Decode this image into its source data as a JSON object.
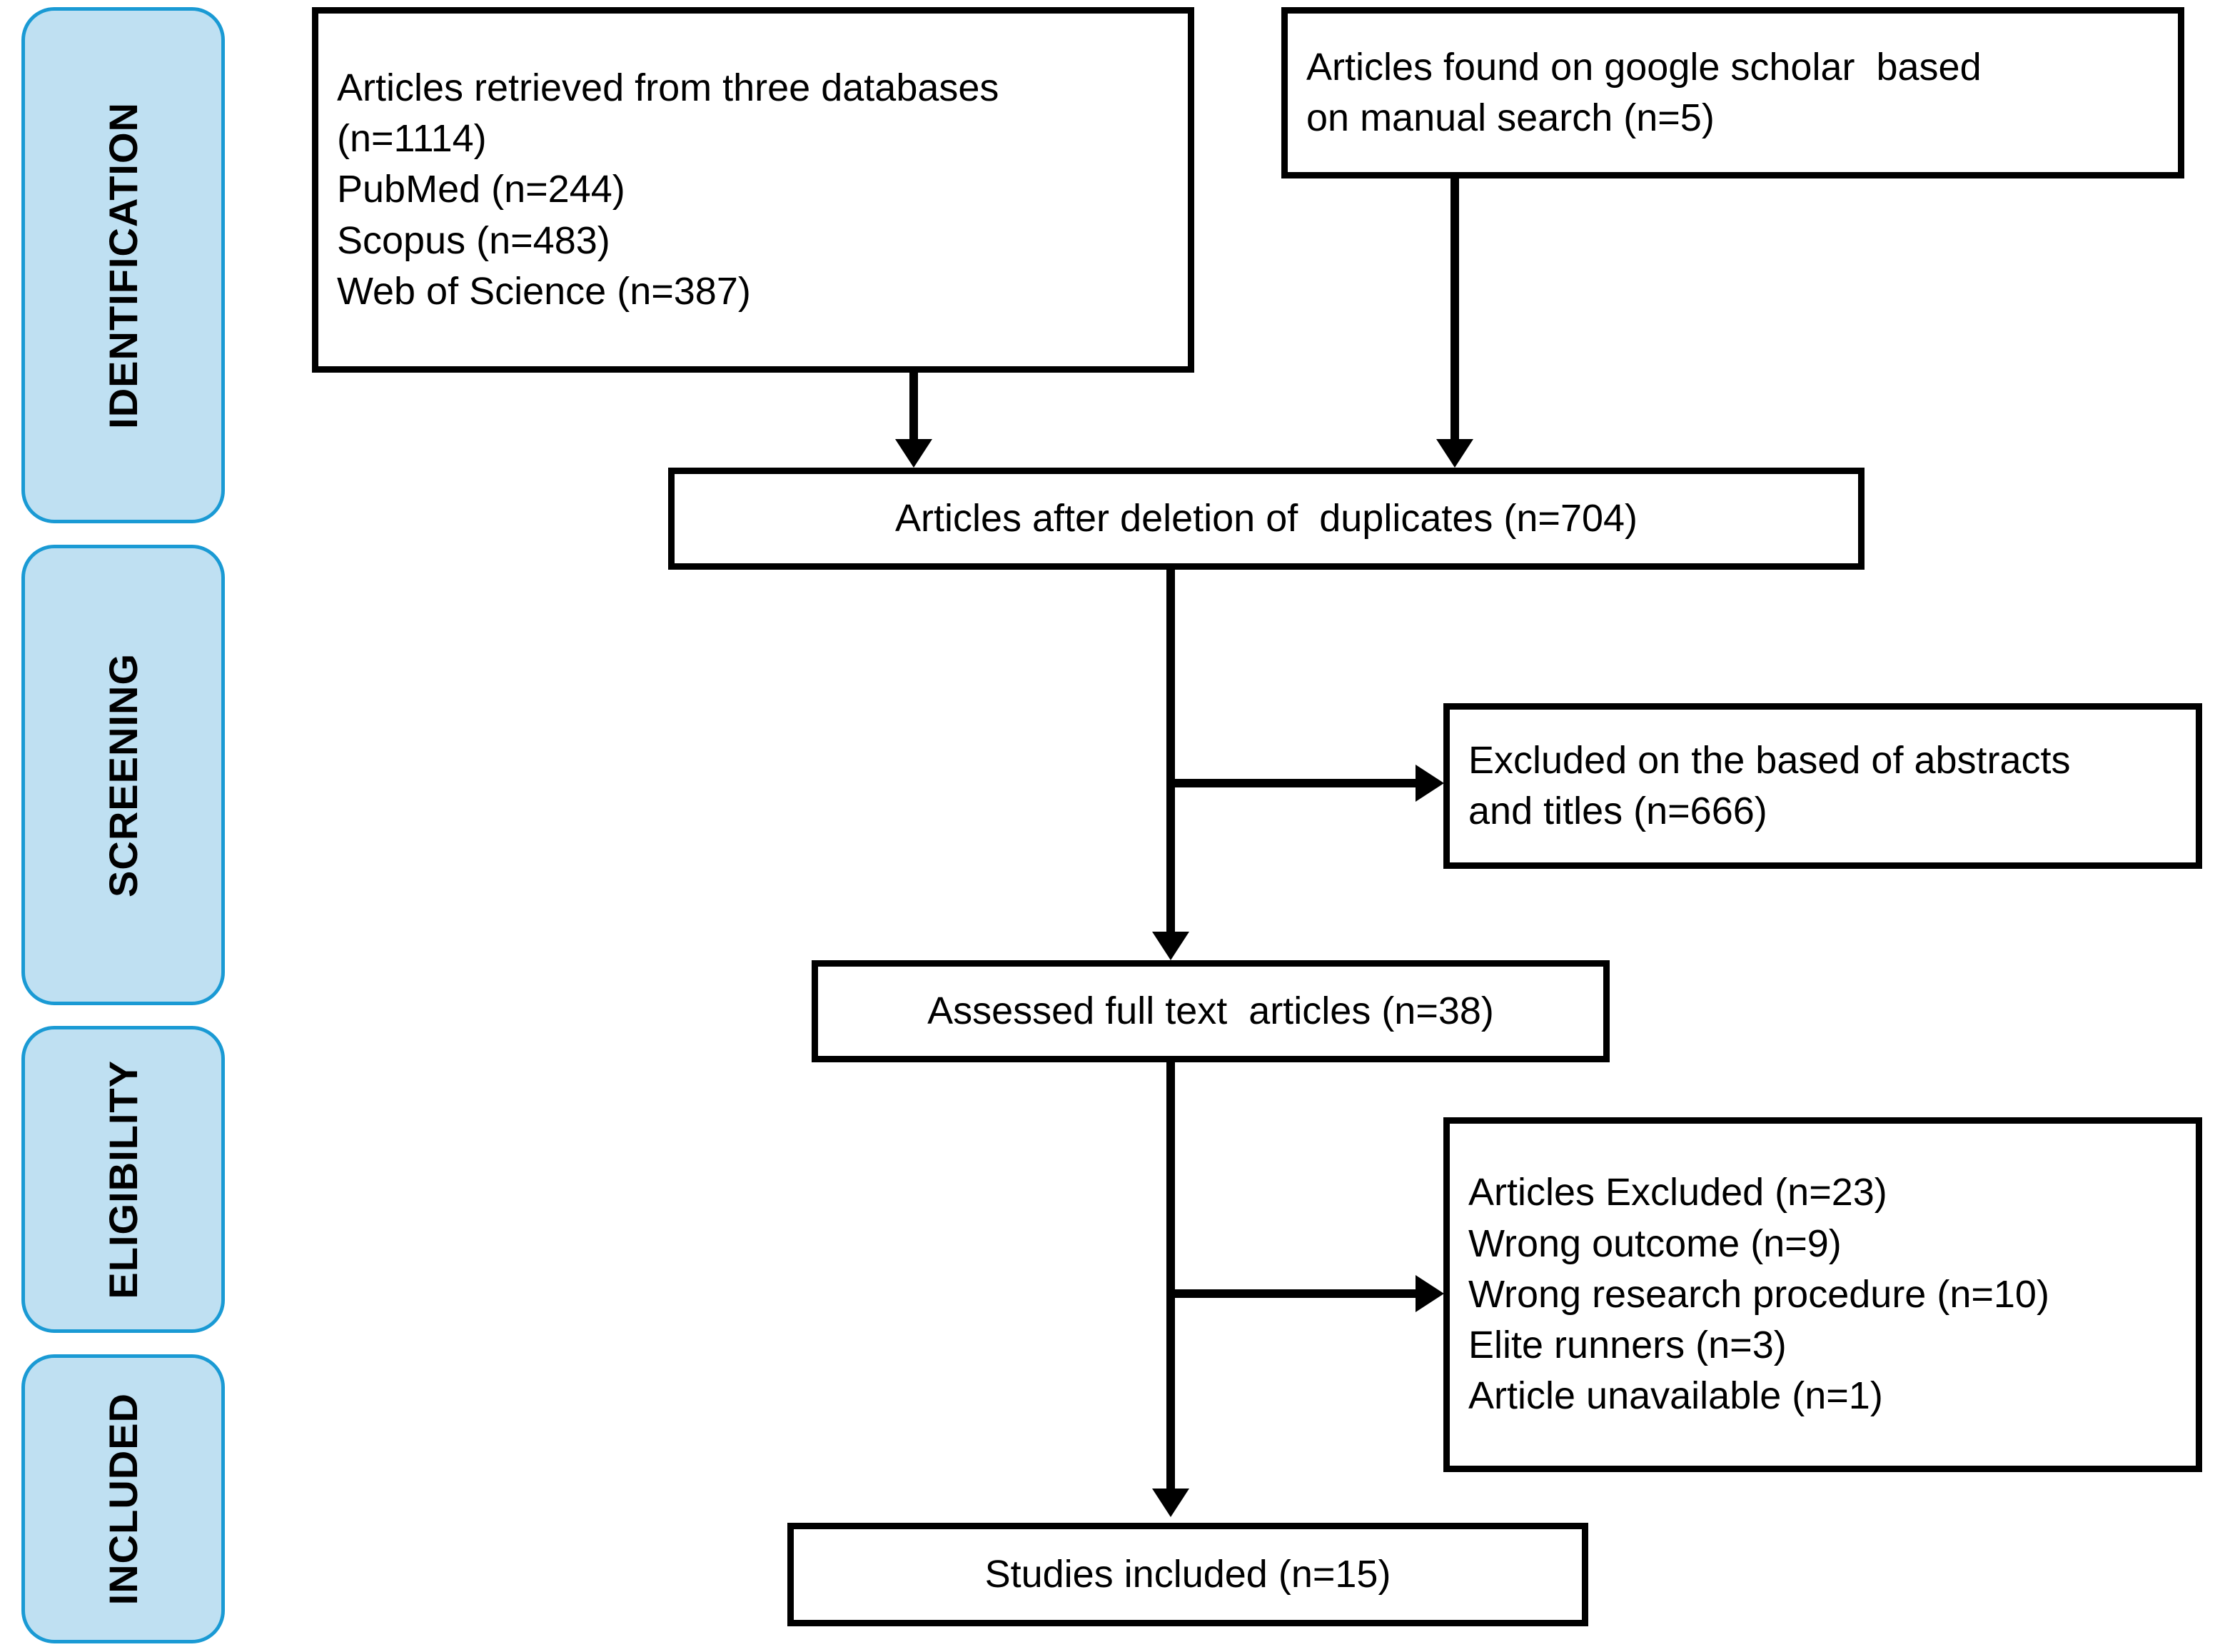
{
  "diagram": {
    "title": "PRISMA study selection flow diagram",
    "colors": {
      "pill_fill": "#bfe0f2",
      "pill_border": "#1a9ad4",
      "box_border": "#000000",
      "box_fill": "#ffffff",
      "text": "#000000"
    }
  },
  "stages": [
    {
      "label": "IDENTIFICATION"
    },
    {
      "label": "SCREENING"
    },
    {
      "label": "ELIGIBILITY"
    },
    {
      "label": "INCLUDED"
    }
  ],
  "boxes": {
    "databases": {
      "lines": [
        "Articles retrieved from three databases",
        "(n=1114)",
        "PubMed (n=244)",
        "Scopus (n=483)",
        "Web of Science (n=387)"
      ]
    },
    "manual_search": {
      "lines": [
        "Articles found on google scholar  based",
        "on manual search (n=5)"
      ]
    },
    "duplicates_removed": {
      "lines": [
        "Articles after deletion of  duplicates (n=704)"
      ]
    },
    "excluded_abstracts": {
      "lines": [
        "Excluded on the based of abstracts",
        "and titles (n=666)"
      ]
    },
    "full_text_assessed": {
      "lines": [
        "Assessed full text  articles (n=38)"
      ]
    },
    "articles_excluded": {
      "lines": [
        "Articles Excluded (n=23)",
        "Wrong outcome (n=9)",
        "Wrong research procedure (n=10)",
        "Elite runners (n=3)",
        "Article unavailable (n=1)"
      ]
    },
    "studies_included": {
      "lines": [
        "Studies included (n=15)"
      ]
    }
  },
  "counts": {
    "total_retrieved": 1114,
    "pubmed": 244,
    "scopus": 483,
    "web_of_science": 387,
    "google_scholar_manual": 5,
    "after_duplicates": 704,
    "excluded_abstracts_titles": 666,
    "full_text_assessed": 38,
    "full_text_excluded": 23,
    "wrong_outcome": 9,
    "wrong_research_procedure": 10,
    "elite_runners": 3,
    "article_unavailable": 1,
    "studies_included": 15
  }
}
